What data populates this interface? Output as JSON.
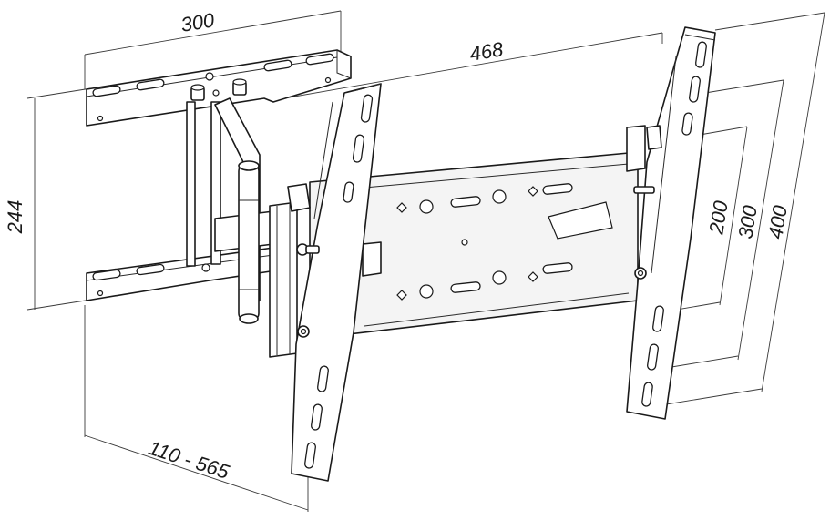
{
  "dimensions": {
    "wall_plate_width": "300",
    "overall_width": "468",
    "wall_plate_height": "244",
    "vesa_200": "200",
    "vesa_300": "300",
    "vesa_400": "400",
    "extension_range": "110 - 565"
  },
  "colors": {
    "line": "#1a1a1a",
    "background": "#ffffff"
  }
}
